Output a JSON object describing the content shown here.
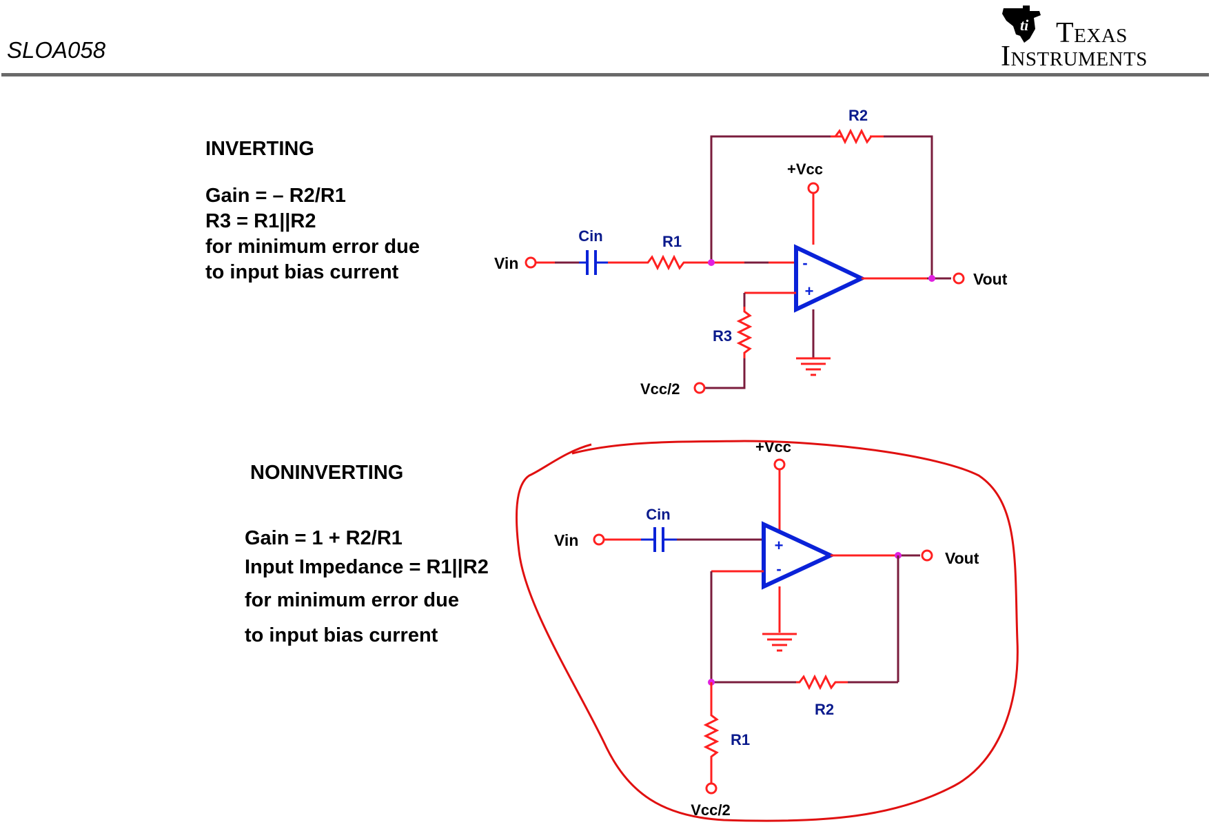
{
  "header": {
    "doc_id": "SLOA058",
    "logo": {
      "line1": "Texas",
      "line2": "Instruments",
      "icon": "ti-logo-icon"
    }
  },
  "inverting": {
    "heading": "INVERTING",
    "lines": [
      "Gain = – R2/R1",
      "R3 = R1||R2",
      "for minimum error due",
      "to input bias current"
    ],
    "labels": {
      "r2": "R2",
      "vcc": "+Vcc",
      "cin": "Cin",
      "r1": "R1",
      "vin": "Vin",
      "minus": "-",
      "plus": "+",
      "vout": "Vout",
      "r3": "R3",
      "vcc_half": "Vcc/2"
    }
  },
  "noninverting": {
    "heading": "NONINVERTING",
    "lines": [
      "Gain = 1 + R2/R1",
      "Input Impedance = R1||R2",
      "for minimum error due",
      "to input bias current"
    ],
    "labels": {
      "vcc": "+Vcc",
      "cin": "Cin",
      "vin": "Vin",
      "plus": "+",
      "minus": "-",
      "vout": "Vout",
      "r2": "R2",
      "r1": "R1",
      "vcc_half": "Vcc/2"
    }
  },
  "colors": {
    "wire": "#ff2020",
    "wire_dark": "#7a1c3c",
    "component": "#0a22d8",
    "label": "#0a1a8c",
    "junction": "#e020e0",
    "circle_annotation": "#e01010"
  }
}
